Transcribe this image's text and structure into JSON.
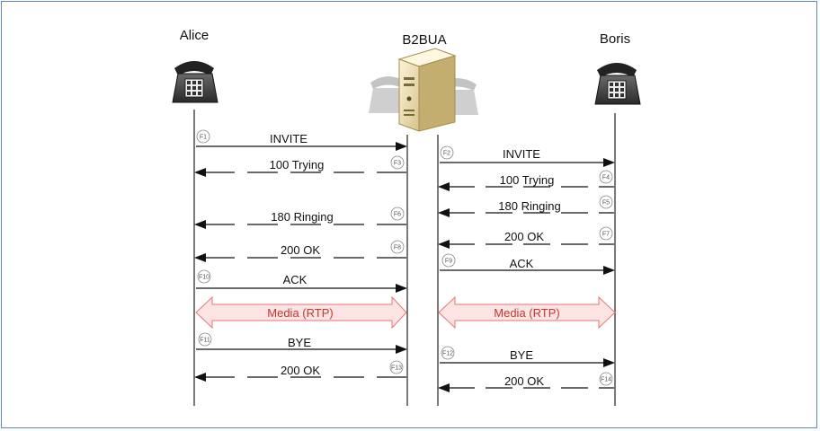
{
  "parties": [
    {
      "name": "Alice"
    },
    {
      "name": "B2BUA"
    },
    {
      "name": "Boris"
    }
  ],
  "messages": [
    {
      "id": "F1",
      "label": "INVITE",
      "dir": "right",
      "leg": "left"
    },
    {
      "id": "F3",
      "label": "100 Trying",
      "dir": "left",
      "leg": "left"
    },
    {
      "id": "F6",
      "label": "180 Ringing",
      "dir": "left",
      "leg": "left"
    },
    {
      "id": "F8",
      "label": "200 OK",
      "dir": "left",
      "leg": "left"
    },
    {
      "id": "F10",
      "label": "ACK",
      "dir": "right",
      "leg": "left"
    },
    {
      "id": "F11",
      "label": "BYE",
      "dir": "right",
      "leg": "left"
    },
    {
      "id": "F13",
      "label": "200 OK",
      "dir": "left",
      "leg": "left"
    },
    {
      "id": "F2",
      "label": "INVITE",
      "dir": "right",
      "leg": "right"
    },
    {
      "id": "F4",
      "label": "100 Trying",
      "dir": "left",
      "leg": "right"
    },
    {
      "id": "F5",
      "label": "180 Ringing",
      "dir": "left",
      "leg": "right"
    },
    {
      "id": "F7",
      "label": "200 OK",
      "dir": "left",
      "leg": "right"
    },
    {
      "id": "F9",
      "label": "ACK",
      "dir": "right",
      "leg": "right"
    },
    {
      "id": "F12",
      "label": "BYE",
      "dir": "right",
      "leg": "right"
    },
    {
      "id": "F14",
      "label": "200 OK",
      "dir": "left",
      "leg": "right"
    }
  ],
  "media": [
    {
      "label": "Media (RTP)"
    },
    {
      "label": "Media (RTP)"
    }
  ],
  "colors": {
    "border": "#5b86c4",
    "media_fill": "#fde4e4",
    "media_stroke": "#e57373",
    "media_text": "#c0392b"
  }
}
